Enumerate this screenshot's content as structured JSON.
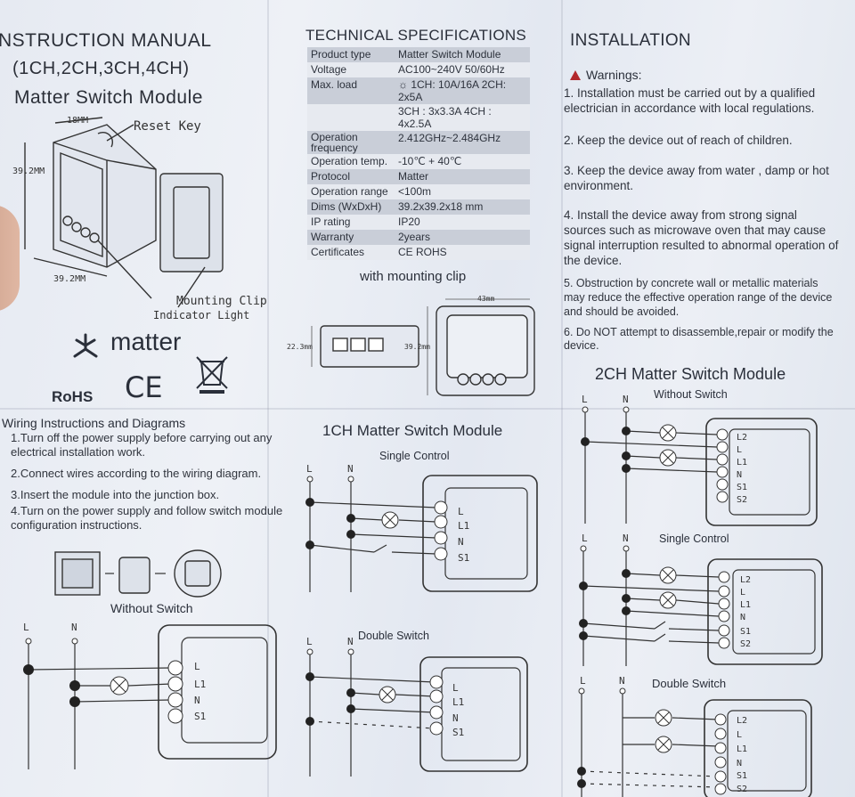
{
  "left": {
    "manual_title": "NSTRUCTION MANUAL",
    "channels": "(1CH,2CH,3CH,4CH)",
    "module_title": "Matter Switch Module",
    "dim_depth": "18MM",
    "dim_height": "39.2MM",
    "dim_width": "39.2MM",
    "reset_key": "Reset Key",
    "mounting_clip": "Mounting Clip",
    "indicator_light": "Indicator Light",
    "matter_logo": "matter",
    "rohs": "RoHS",
    "ce": "CE",
    "weee_icon": "crossed-out-bin-icon"
  },
  "wiring": {
    "title": "Wiring Instructions and Diagrams",
    "steps": [
      "1.Turn off the power supply before carrying out any electrical installation work.",
      "2.Connect wires according to the wiring diagram.",
      "3.Insert the module into the junction box.",
      "4.Turn on the power supply and follow switch module configuration instructions."
    ]
  },
  "specs": {
    "title": "TECHNICAL SPECIFICATIONS",
    "rows": [
      {
        "k": "Product type",
        "v": "Matter Switch Module"
      },
      {
        "k": "Voltage",
        "v": "AC100~240V 50/60Hz"
      },
      {
        "k": "Max. load",
        "v": "1CH: 10A/16A  2CH: 2x5A"
      },
      {
        "k": "",
        "v": "3CH : 3x3.3A   4CH : 4x2.5A"
      },
      {
        "k": "Operation frequency",
        "v": "2.412GHz~2.484GHz"
      },
      {
        "k": "Operation temp.",
        "v": "-10℃ + 40℃"
      },
      {
        "k": "Protocol",
        "v": "Matter"
      },
      {
        "k": "Operation range",
        "v": "<100m"
      },
      {
        "k": "Dims (WxDxH)",
        "v": "39.2x39.2x18 mm"
      },
      {
        "k": "IP rating",
        "v": "IP20"
      },
      {
        "k": "Warranty",
        "v": "2years"
      },
      {
        "k": "Certificates",
        "v": "CE ROHS"
      }
    ],
    "load_icon": "sun-icon"
  },
  "clip": {
    "title": "with mounting clip",
    "dim_top": "43mm",
    "dim_side": "22.3mm",
    "dim_height": "39.2mm"
  },
  "install": {
    "title": "INSTALLATION",
    "warnings_label": "Warnings:",
    "items": [
      "1. Installation must be carried out by a qualified electrician in accordance with local regulations.",
      "2. Keep the device out of reach of children.",
      "3. Keep the device away from water , damp or hot environment.",
      "4. Install the device away from strong signal sources such as microwave oven that may cause signal interruption resulted to abnormal operation of the device.",
      "5. Obstruction by concrete wall or metallic materials may reduce the effective operation range of the device and should be avoided.",
      "6. Do NOT attempt to disassemble,repair or modify the device."
    ]
  },
  "diagrams": {
    "one_ch_title": "1CH Matter Switch Module",
    "single_control": "Single Control",
    "double_switch": "Double Switch",
    "without_switch": "Without Switch",
    "two_ch_title": "2CH Matter Switch Module",
    "two_without": "Without Switch",
    "two_single": "Single Control",
    "two_double": "Double Switch",
    "L": "L",
    "N": "N",
    "term_1ch": [
      "L",
      "L1",
      "N",
      "S1"
    ],
    "term_2ch": [
      "L2",
      "L",
      "L1",
      "N",
      "S1",
      "S2"
    ]
  },
  "colors": {
    "paper": "#e6eaf2",
    "ink": "#2a2f3a",
    "warning": "#b2272b"
  }
}
